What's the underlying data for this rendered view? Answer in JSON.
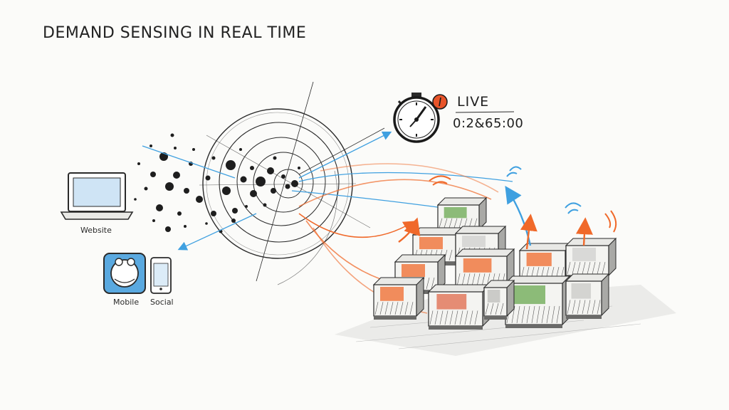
{
  "diagram": {
    "title": "DEMAND SENSING IN REAL TIME",
    "live": {
      "label": "LIVE",
      "timer": "0:2&65:00"
    },
    "sources": [
      {
        "label": "Website",
        "icon": "laptop-icon"
      },
      {
        "label": "Mobile",
        "icon": "mobile-app-icon"
      },
      {
        "label": "Social",
        "icon": "smartphone-icon"
      }
    ],
    "colors": {
      "ink": "#2a2a2a",
      "blue": "#3fa0e0",
      "orange": "#f0692a",
      "green": "#6aa84f",
      "badge": "#e8542a"
    }
  }
}
